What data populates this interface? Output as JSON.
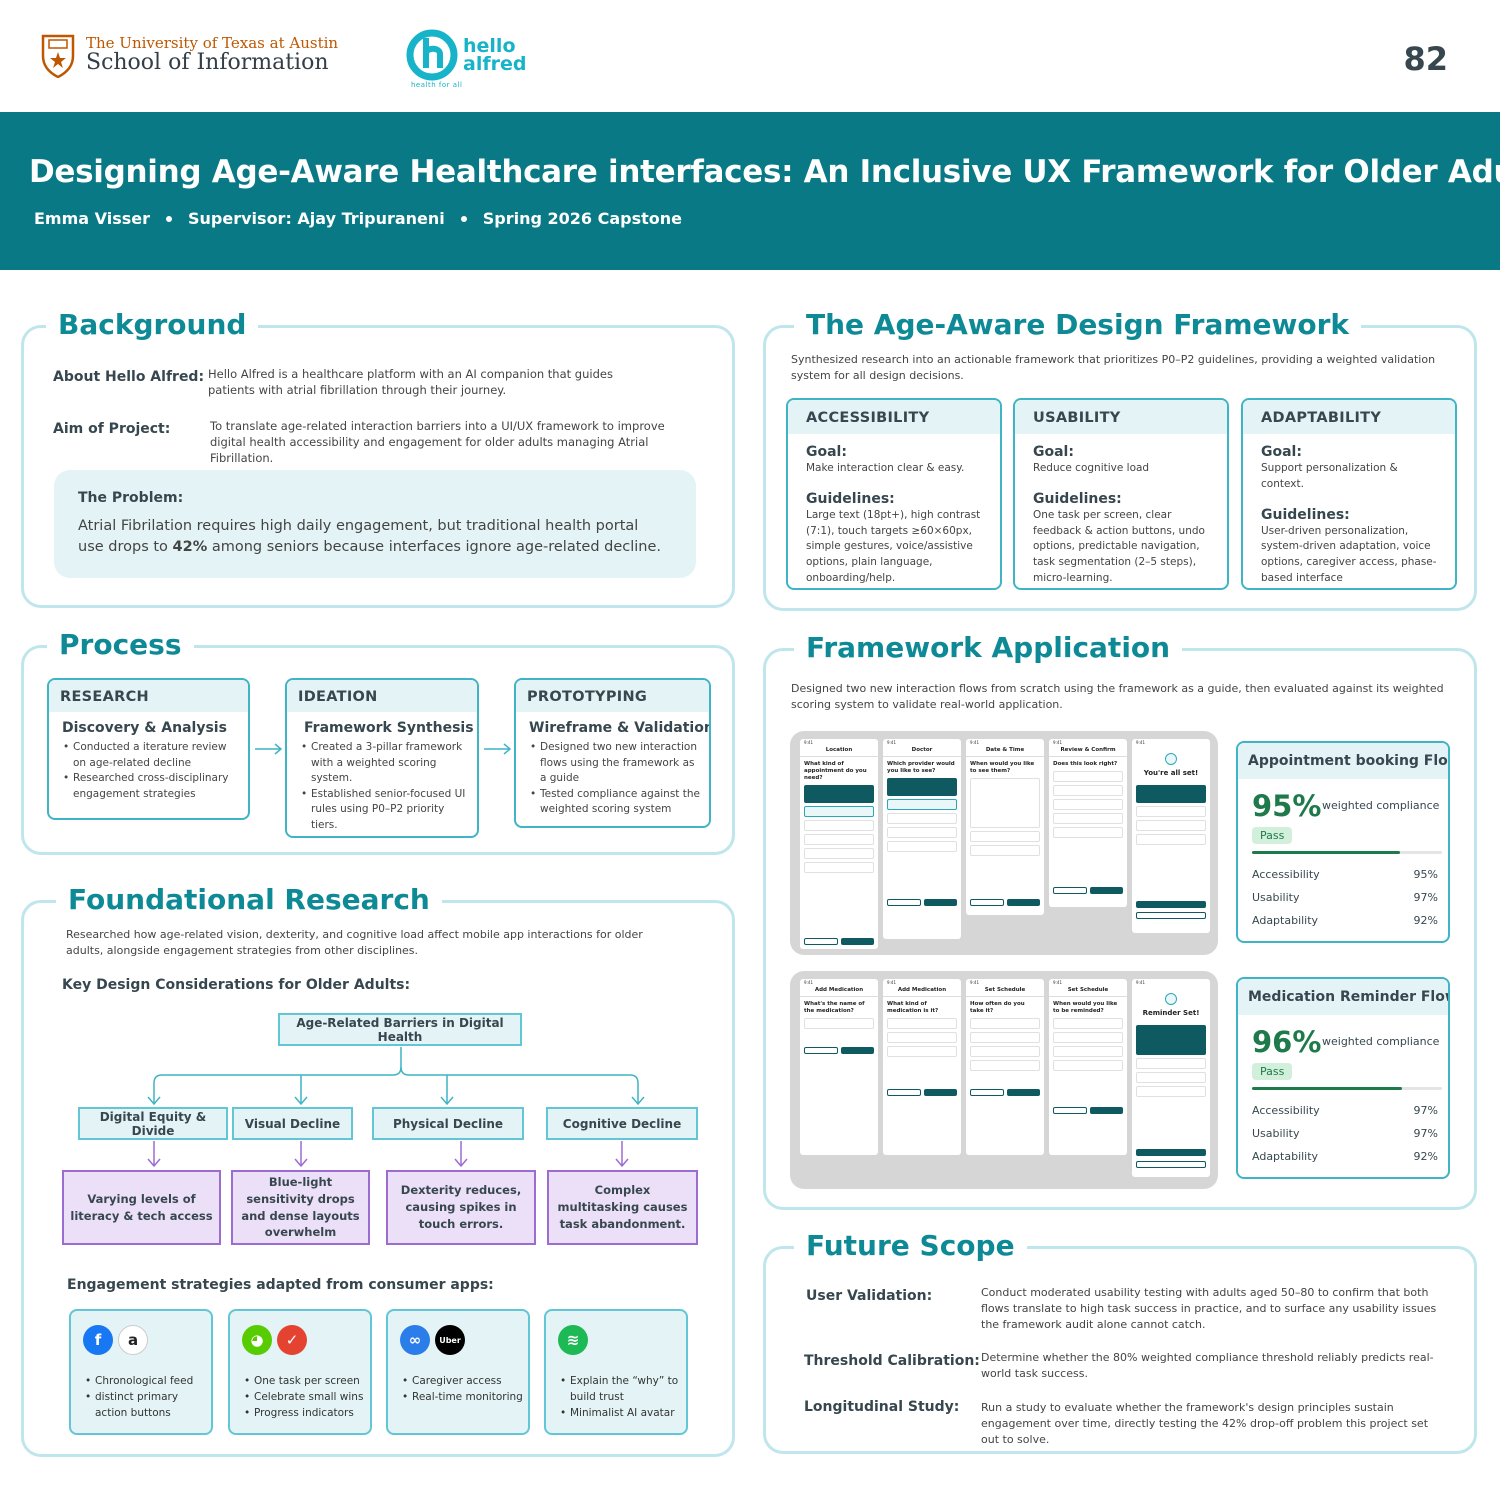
{
  "header": {
    "ut_line1": "The University of Texas at Austin",
    "ut_line2": "School of Information",
    "alfred_line1": "hello",
    "alfred_line2": "alfred",
    "alfred_tagline": "health for all",
    "page_number": "82",
    "title": "Designing Age-Aware Healthcare interfaces: An Inclusive UX Framework for Older Adults",
    "author": "Emma Visser",
    "supervisor": "Supervisor: Ajay Tripuraneni",
    "term": "Spring 2026 Capstone"
  },
  "colors": {
    "teal": "#097a85",
    "accent": "#0d8a96",
    "pass_green": "#1e7a4a",
    "barrier_purple": "#9d6cd0"
  },
  "background": {
    "title": "Background",
    "about_label": "About Hello Alfred:",
    "about_text": "Hello Alfred is a healthcare platform with an AI companion that guides patients with atrial fibrillation through their journey.",
    "aim_label": "Aim of Project:",
    "aim_text": "To translate age-related interaction barriers into a UI/UX framework to improve digital health accessibility and engagement for older adults managing Atrial Fibrillation.",
    "problem_title": "The Problem:",
    "problem_before": "Atrial Fibrilation requires high daily engagement, but traditional health portal use drops to ",
    "problem_bold": "42%",
    "problem_after": " among seniors because interfaces ignore age-related decline."
  },
  "framework": {
    "title": "The Age-Aware Design Framework",
    "intro": "Synthesized research into an actionable framework that prioritizes P0–P2 guidelines, providing a weighted validation system for all design decisions.",
    "goal_label": "Goal:",
    "guidelines_label": "Guidelines:",
    "cards": [
      {
        "name": "ACCESSIBILITY",
        "goal": "Make interaction clear & easy.",
        "guidelines": "Large text (18pt+), high contrast (7:1), touch targets ≥60×60px, simple gestures, voice/assistive options, plain language, onboarding/help."
      },
      {
        "name": "USABILITY",
        "goal": "Reduce cognitive load",
        "guidelines": "One task per screen, clear feedback & action buttons, undo options, predictable navigation, task segmentation (2–5 steps), micro-learning."
      },
      {
        "name": "ADAPTABILITY",
        "goal": "Support personalization & context.",
        "guidelines": "User-driven personalization, system-driven adaptation, voice options, caregiver access, phase-based interface"
      }
    ]
  },
  "process": {
    "title": "Process",
    "cards": [
      {
        "head": "RESEARCH",
        "sub": "Discovery & Analysis",
        "items": [
          "Conducted a iterature review on age-related decline",
          "Researched cross-disciplinary engagement strategies"
        ]
      },
      {
        "head": "IDEATION",
        "sub": "Framework Synthesis",
        "items": [
          "Created a 3-pillar framework with a weighted scoring system.",
          "Established senior-focused UI rules using P0–P2 priority tiers."
        ]
      },
      {
        "head": "PROTOTYPING",
        "sub": "Wireframe & Validation",
        "items": [
          "Designed two new interaction flows using the framework as a guide",
          "Tested compliance against the weighted scoring system"
        ]
      }
    ]
  },
  "foundational": {
    "title": "Foundational Research",
    "intro": "Researched how age-related vision, dexterity, and cognitive load affect mobile app interactions for older adults, alongside engagement strategies from other disciplines.",
    "key_heading": "Key Design Considerations for Older Adults:",
    "root": "Age-Related Barriers in Digital Health",
    "categories": [
      "Digital Equity & Divide",
      "Visual Decline",
      "Physical Decline",
      "Cognitive Decline"
    ],
    "barriers": [
      "Varying levels of literacy & tech access",
      "Blue-light sensitivity drops and dense layouts overwhelm",
      "Dexterity reduces, causing spikes in touch errors.",
      "Complex multitasking causes task abandonment."
    ],
    "engagement_heading": "Engagement strategies adapted from consumer apps:",
    "engagement": [
      {
        "icons": [
          "facebook-icon",
          "amazon-icon"
        ],
        "glyphs": [
          "f",
          "a"
        ],
        "items": [
          "Chronological feed",
          "distinct primary action buttons"
        ]
      },
      {
        "icons": [
          "duolingo-icon",
          "todoist-icon"
        ],
        "glyphs": [
          "◕",
          "✓"
        ],
        "items": [
          "One task per screen",
          "Celebrate small wins",
          "Progress indicators"
        ]
      },
      {
        "icons": [
          "life360-icon",
          "uber-icon"
        ],
        "glyphs": [
          "∞",
          "Uber"
        ],
        "items": [
          "Caregiver access",
          "Real-time monitoring"
        ]
      },
      {
        "icons": [
          "spotify-icon"
        ],
        "glyphs": [
          "≋"
        ],
        "items": [
          "Explain the “why” to build trust",
          "Minimalist AI avatar"
        ]
      }
    ]
  },
  "application": {
    "title": "Framework Application",
    "intro": "Designed two new interaction flows from scratch using the framework as a guide, then evaluated against its weighted scoring system to validate real-world application.",
    "weighted_label": "weighted compliance",
    "appointment_screens": [
      {
        "title": "Location",
        "question": "What kind of appointment do you need?"
      },
      {
        "title": "Doctor",
        "question": "Which provider would you like to see?"
      },
      {
        "title": "Date & Time",
        "question": "When would you like to see them?"
      },
      {
        "title": "Review & Confirm",
        "question": "Does this look right?"
      },
      {
        "title": "",
        "question": "You're all set!"
      }
    ],
    "medication_screens": [
      {
        "title": "Add Medication",
        "question": "What's the name of the medication?"
      },
      {
        "title": "Add Medication",
        "question": "What kind of medication is it?"
      },
      {
        "title": "Set Schedule",
        "question": "How often do you take it?"
      },
      {
        "title": "Set Schedule",
        "question": "When would you like to be reminded?"
      },
      {
        "title": "",
        "question": "Reminder Set!"
      }
    ],
    "flows": [
      {
        "name": "Appointment booking Flow",
        "percent": "95%",
        "value": 95,
        "status": "Pass",
        "rows": [
          {
            "label": "Accessibility",
            "value": "95%"
          },
          {
            "label": "Usability",
            "value": "97%"
          },
          {
            "label": "Adaptability",
            "value": "92%"
          }
        ]
      },
      {
        "name": "Medication Reminder Flow",
        "percent": "96%",
        "value": 96,
        "status": "Pass",
        "rows": [
          {
            "label": "Accessibility",
            "value": "97%"
          },
          {
            "label": "Usability",
            "value": "97%"
          },
          {
            "label": "Adaptability",
            "value": "92%"
          }
        ]
      }
    ]
  },
  "future": {
    "title": "Future Scope",
    "items": [
      {
        "label": "User Validation:",
        "text": "Conduct moderated usability testing with adults aged 50–80 to confirm that both flows translate to high task success in practice, and to surface any usability issues the framework audit alone cannot catch."
      },
      {
        "label": "Threshold Calibration:",
        "text": "Determine whether the 80% weighted compliance threshold reliably predicts real-world task success."
      },
      {
        "label": "Longitudinal Study:",
        "text": "Run a study to evaluate whether the framework's design principles sustain engagement over time, directly testing the 42% drop-off problem this project set out to solve."
      }
    ]
  }
}
